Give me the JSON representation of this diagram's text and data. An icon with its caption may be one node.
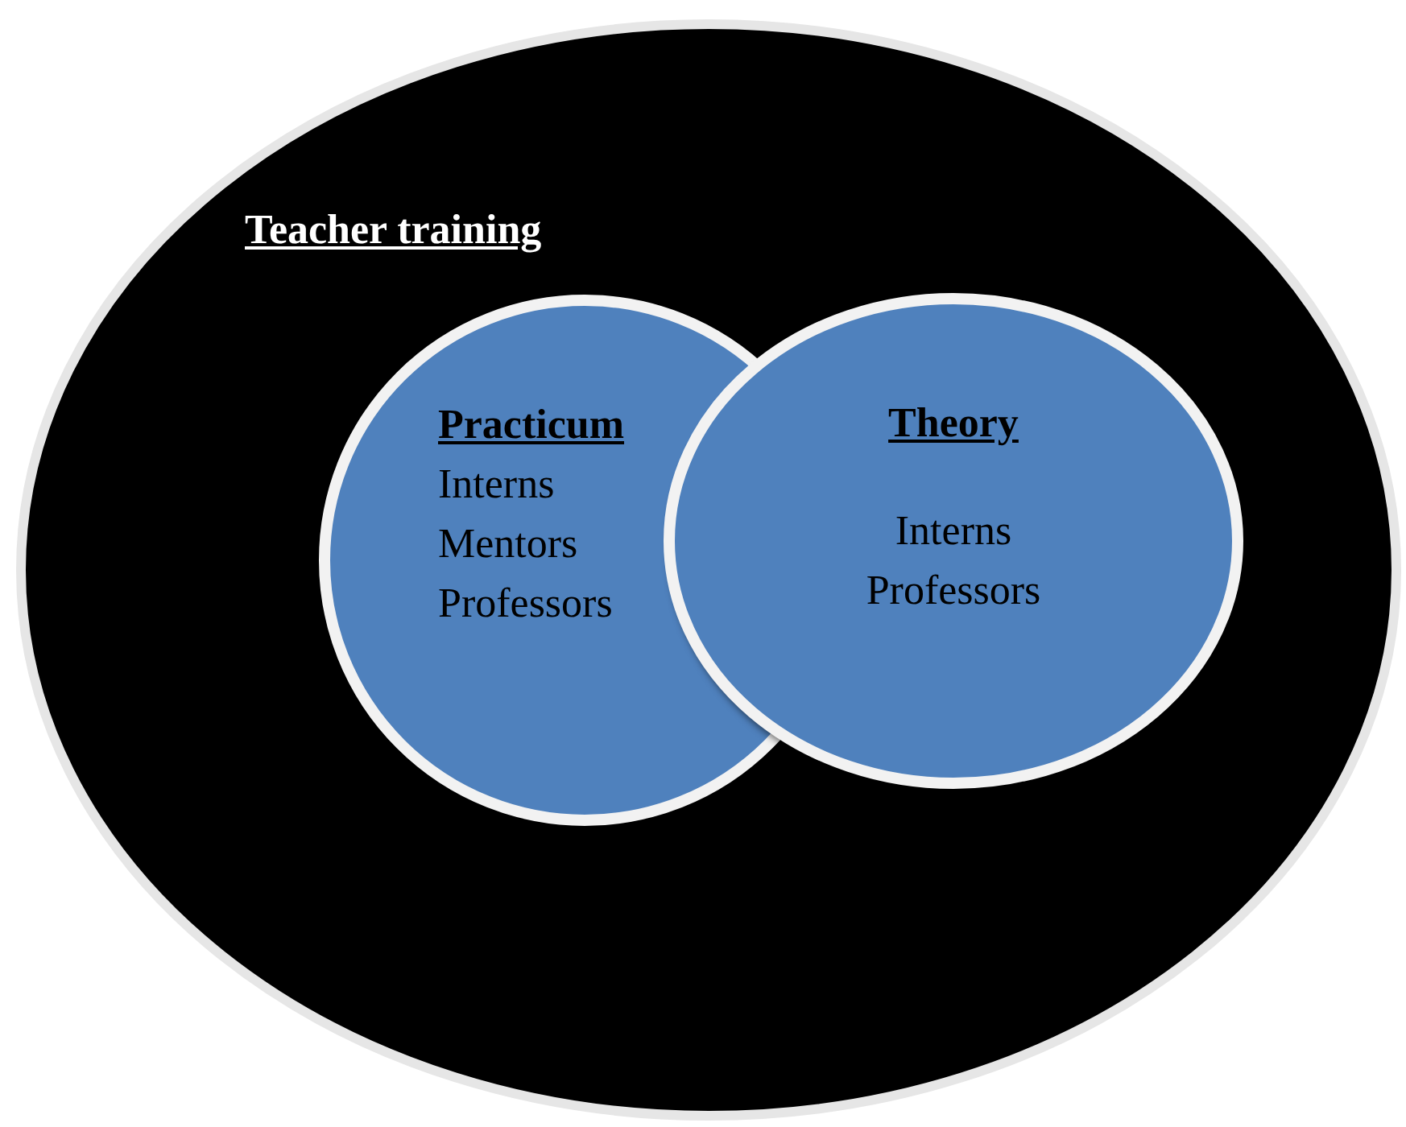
{
  "diagram": {
    "nodes": [
      {
        "text": [
          "Teacher training"
        ]
      },
      {
        "text": [
          "Practicum",
          "Interns Mentors Professors"
        ],
        "in": 0
      },
      {
        "text": [
          "Theory",
          "Interns Professors"
        ],
        "in": 0
      }
    ]
  }
}
